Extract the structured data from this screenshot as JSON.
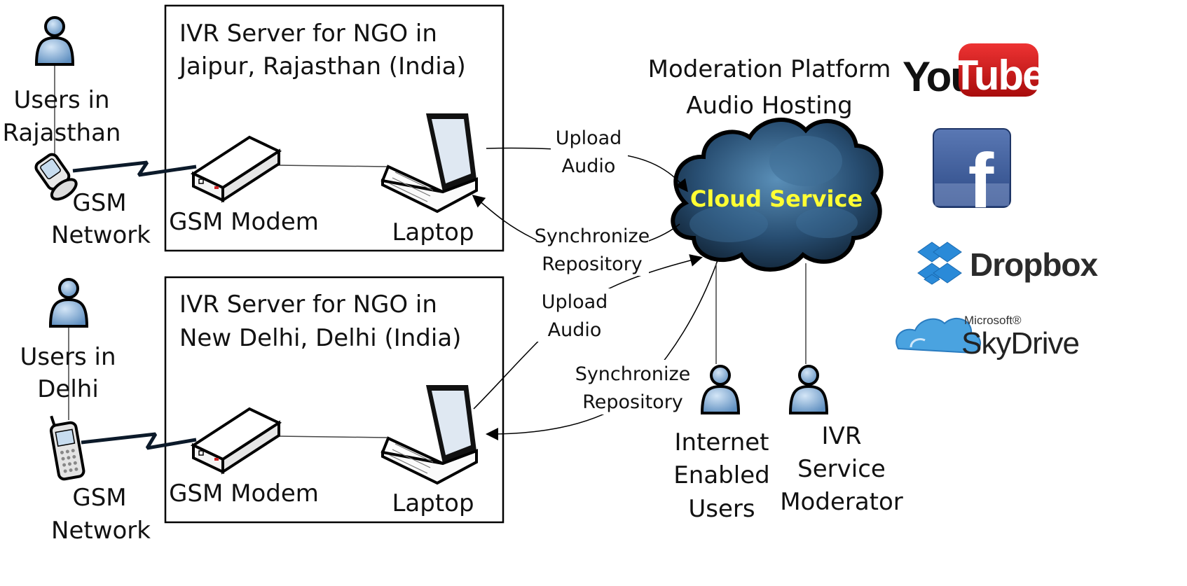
{
  "servers": [
    {
      "title_line1": "IVR Server for NGO in",
      "title_line2": "Jaipur, Rajasthan (India)",
      "modem_label": "GSM Modem",
      "laptop_label": "Laptop"
    },
    {
      "title_line1": "IVR Server for NGO in",
      "title_line2": "New Delhi, Delhi (India)",
      "modem_label": "GSM Modem",
      "laptop_label": "Laptop"
    }
  ],
  "users": [
    {
      "line1": "Users in",
      "line2": "Rajasthan",
      "network_line1": "GSM",
      "network_line2": "Network"
    },
    {
      "line1": "Users in",
      "line2": "Delhi",
      "network_line1": "GSM",
      "network_line2": "Network"
    }
  ],
  "links": {
    "upload_line1": "Upload",
    "upload_line2": "Audio",
    "sync_line1": "Synchronize",
    "sync_line2": "Repository"
  },
  "cloud": {
    "label": "Cloud Service",
    "platform_line1": "Moderation Platform",
    "platform_line2": "Audio Hosting",
    "label_color": "#ffff33"
  },
  "endpoints": {
    "internet_users": [
      "Internet",
      "Enabled",
      "Users"
    ],
    "moderator": [
      "IVR",
      "Service",
      "Moderator"
    ]
  },
  "logos": {
    "youtube_you": "You",
    "youtube_tube": "Tube",
    "facebook": "f",
    "dropbox": "Dropbox",
    "skydrive_brand": "Microsoft®",
    "skydrive": "SkyDrive",
    "youtube_red": "#cc1111",
    "facebook_blue": "#3b5998",
    "dropbox_blue": "#2a8ad8",
    "skydrive_blue": "#4aa3e0"
  }
}
